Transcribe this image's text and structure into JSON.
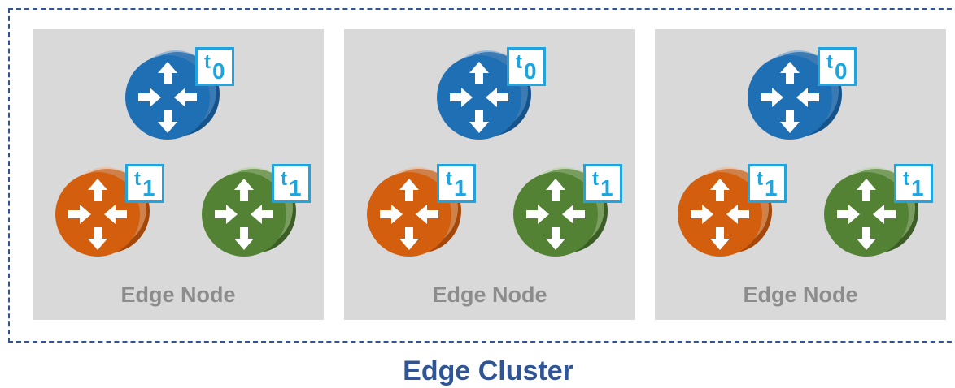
{
  "cluster": {
    "label": "Edge Cluster",
    "border_color": "#2f5597"
  },
  "colors": {
    "t0_router": "#1f6fb5",
    "t1_router_orange": "#d35f0e",
    "t1_router_green": "#548235",
    "tier_badge": "#1fa4de",
    "node_bg": "#d9d9d9",
    "node_label": "#8c8c8c"
  },
  "nodes": [
    {
      "label": "Edge Node",
      "routers": [
        {
          "icon": "router-icon",
          "tier_prefix": "t",
          "tier_index": "0",
          "color": "blue"
        },
        {
          "icon": "router-icon",
          "tier_prefix": "t",
          "tier_index": "1",
          "color": "orange"
        },
        {
          "icon": "router-icon",
          "tier_prefix": "t",
          "tier_index": "1",
          "color": "green"
        }
      ]
    },
    {
      "label": "Edge Node",
      "routers": [
        {
          "icon": "router-icon",
          "tier_prefix": "t",
          "tier_index": "0",
          "color": "blue"
        },
        {
          "icon": "router-icon",
          "tier_prefix": "t",
          "tier_index": "1",
          "color": "orange"
        },
        {
          "icon": "router-icon",
          "tier_prefix": "t",
          "tier_index": "1",
          "color": "green"
        }
      ]
    },
    {
      "label": "Edge Node",
      "routers": [
        {
          "icon": "router-icon",
          "tier_prefix": "t",
          "tier_index": "0",
          "color": "blue"
        },
        {
          "icon": "router-icon",
          "tier_prefix": "t",
          "tier_index": "1",
          "color": "orange"
        },
        {
          "icon": "router-icon",
          "tier_prefix": "t",
          "tier_index": "1",
          "color": "green"
        }
      ]
    }
  ]
}
